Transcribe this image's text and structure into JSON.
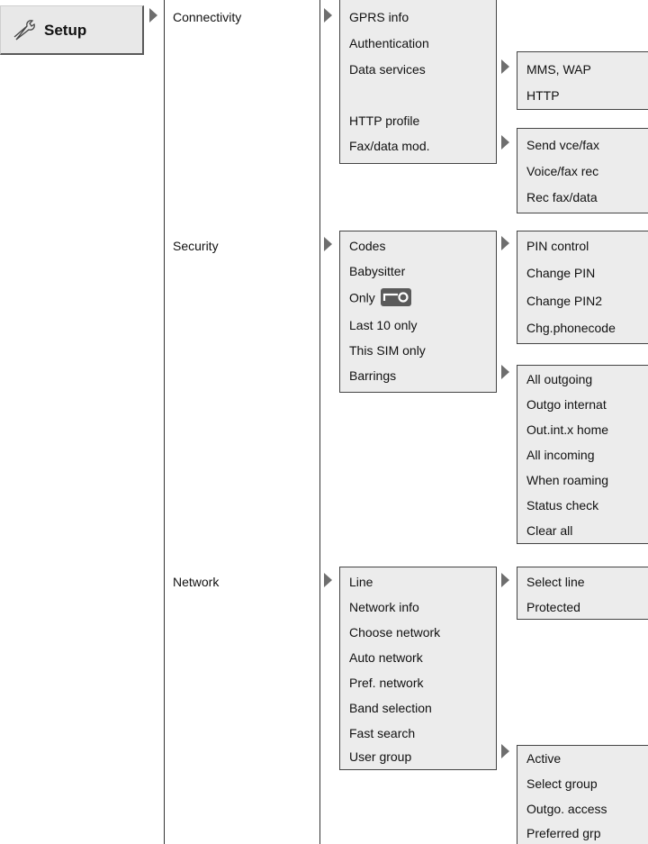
{
  "setup": {
    "label": "Setup",
    "icon": "wrench-icon"
  },
  "level1": {
    "connectivity": "Connectivity",
    "security": "Security",
    "network": "Network"
  },
  "connectivity_menu": [
    "GPRS info",
    "Authentication",
    "Data services",
    "HTTP profile",
    "Fax/data mod."
  ],
  "data_services_menu": [
    "MMS, WAP",
    "HTTP"
  ],
  "fax_menu": [
    "Send vce/fax",
    "Voice/fax rec",
    "Rec fax/data"
  ],
  "security_menu": [
    "Codes",
    "Babysitter",
    "Only",
    "Last 10 only",
    "This SIM only",
    "Barrings"
  ],
  "codes_menu": [
    "PIN control",
    "Change PIN",
    "Change PIN2",
    "Chg.phonecode"
  ],
  "barrings_menu": [
    "All outgoing",
    "Outgo internat",
    "Out.int.x home",
    "All incoming",
    "When roaming",
    "Status check",
    "Clear all"
  ],
  "network_menu": [
    "Line",
    "Network info",
    "Choose network",
    "Auto network",
    "Pref. network",
    "Band selection",
    "Fast search",
    "User group"
  ],
  "line_menu": [
    "Select line",
    "Protected"
  ],
  "user_group_menu": [
    "Active",
    "Select group",
    "Outgo. access",
    "Preferred grp"
  ]
}
